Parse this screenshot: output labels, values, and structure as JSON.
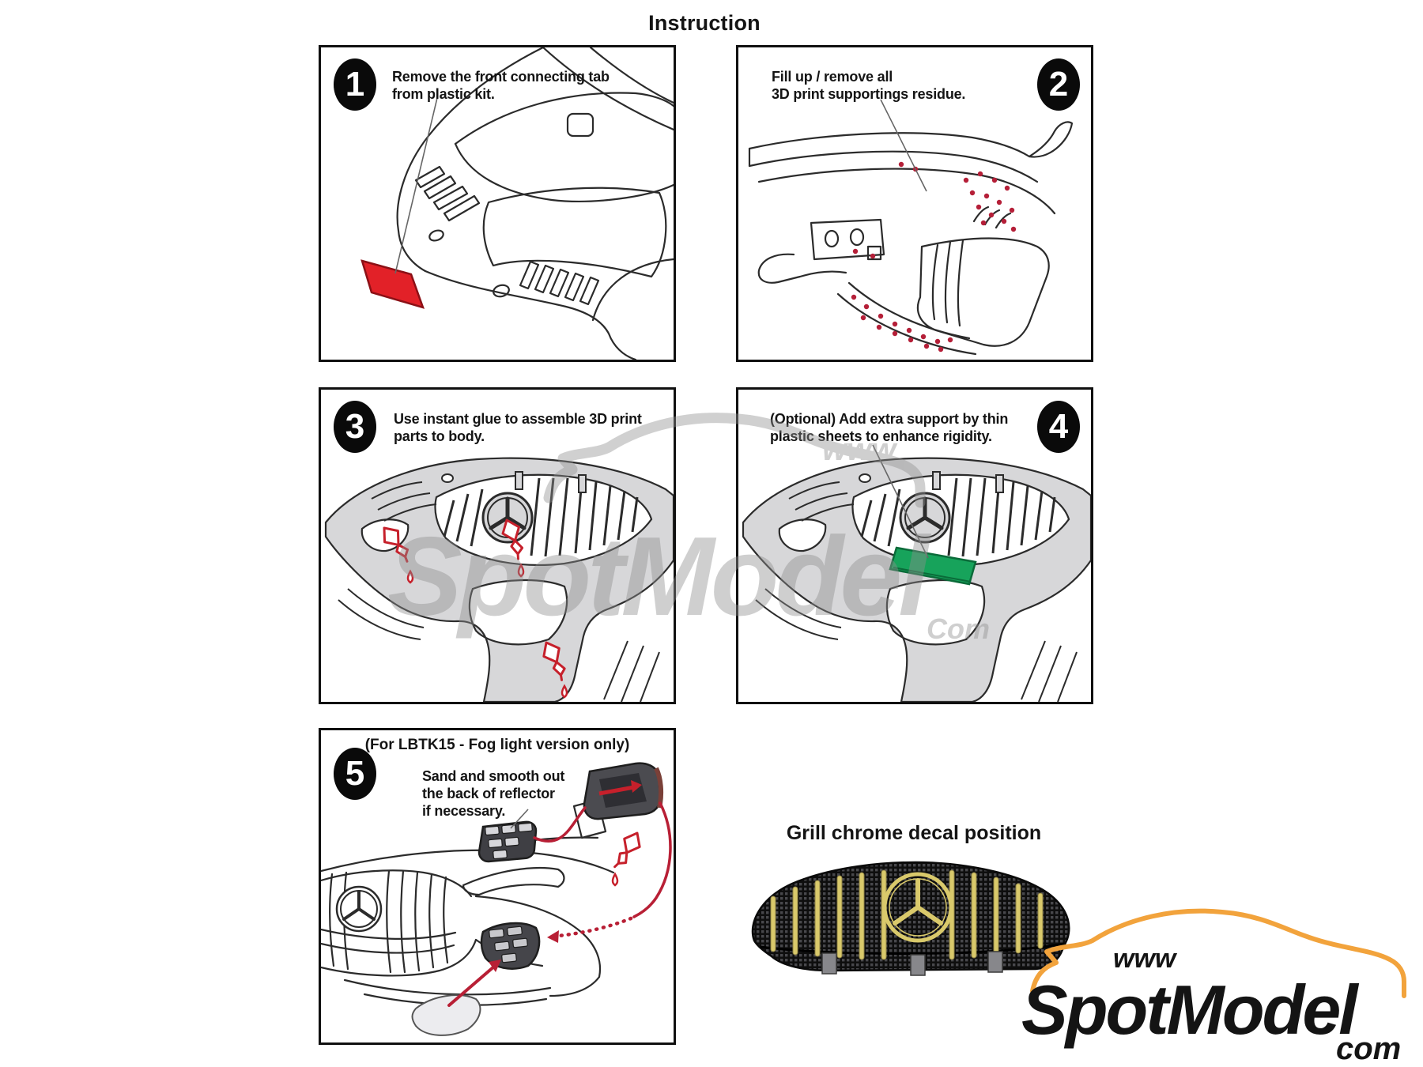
{
  "title": "Instruction",
  "panels": [
    {
      "number": "1",
      "line1": "Remove the front connecting tab",
      "line2": "from plastic kit."
    },
    {
      "number": "2",
      "line1": "Fill up / remove all",
      "line2": "3D print supportings residue."
    },
    {
      "number": "3",
      "line1": "Use instant glue to assemble 3D print",
      "line2": "parts to body."
    },
    {
      "number": "4",
      "line1": "(Optional) Add extra support by thin",
      "line2": "plastic sheets to enhance rigidity."
    },
    {
      "number": "5",
      "header": "(For LBTK15 - Fog light version only)",
      "line1": "Sand and smooth out",
      "line2": "the back of reflector",
      "line3": "if necessary."
    }
  ],
  "grill_section": {
    "title": "Grill chrome decal position"
  },
  "watermark": {
    "www": "www",
    "name": "SpotModel",
    "com": "Com"
  },
  "logo": {
    "www": "www",
    "name": "SpotModel",
    "com": "com"
  },
  "colors": {
    "highlight_red": "#e22128",
    "residue_dot_red": "#b51f38",
    "glue_red": "#c6202b",
    "sheet_green": "#17a35b",
    "decal_yellow": "#d9c96b",
    "logo_orange": "#f2a33c",
    "part_gray": "#d7d7d9",
    "watermark_gray": "#8f8f8f"
  }
}
